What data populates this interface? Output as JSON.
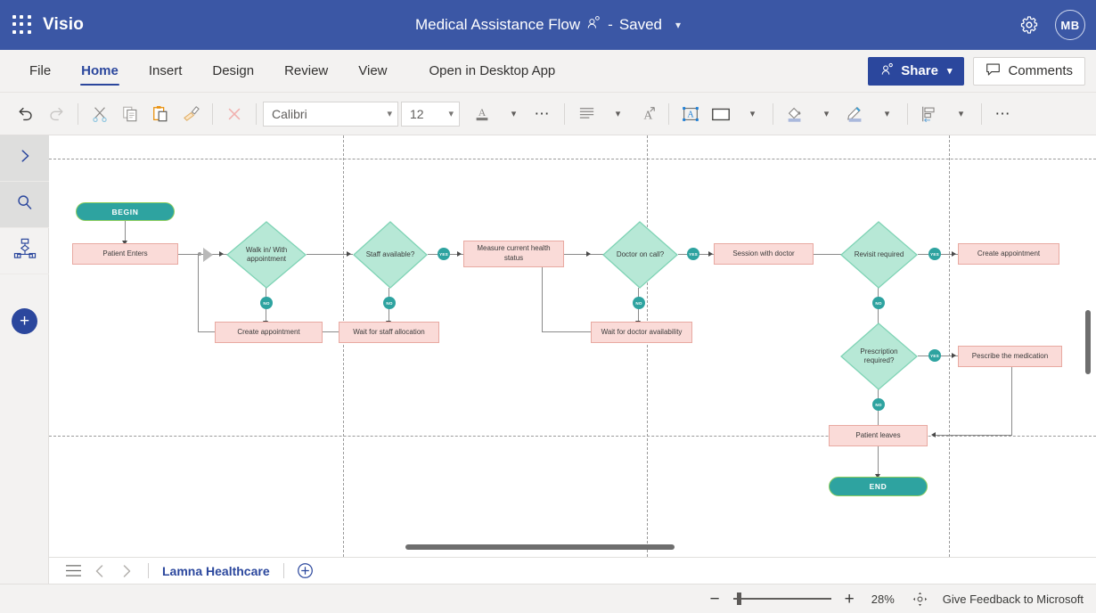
{
  "titlebar": {
    "waffle_icon": "app-launcher-icon",
    "app_name": "Visio",
    "doc_title": "Medical Assistance Flow",
    "shared_icon": "person-shared-icon",
    "separator": "-",
    "save_state": "Saved",
    "title_chevron": "chevron-down-icon",
    "gear_icon": "gear-icon",
    "avatar_initials": "MB",
    "bg_color": "#3b57a5"
  },
  "ribbon": {
    "tabs": [
      {
        "label": "File",
        "active": false
      },
      {
        "label": "Home",
        "active": true
      },
      {
        "label": "Insert",
        "active": false
      },
      {
        "label": "Design",
        "active": false
      },
      {
        "label": "Review",
        "active": false
      },
      {
        "label": "View",
        "active": false
      }
    ],
    "open_in_desktop": "Open in Desktop App",
    "share_label": "Share",
    "comments_label": "Comments",
    "accent_color": "#2b479d"
  },
  "toolbar": {
    "undo": "undo-icon",
    "redo": "redo-icon",
    "cut": "scissors-icon",
    "copy": "copy-icon",
    "paste": "clipboard-paste-icon",
    "format_painter": "format-painter-icon",
    "delete": "delete-x-icon",
    "font_name": "Calibri",
    "font_size": "12",
    "font_color": "font-color-icon",
    "font_more": "more-options-icon",
    "align": "align-text-icon",
    "text_direction": "text-direction-icon",
    "text_box": "insert-textbox-icon",
    "shape": "shape-icon",
    "fill": "fill-color-icon",
    "line": "line-color-icon",
    "arrange": "arrange-position-icon",
    "more": "more-options-icon"
  },
  "rail": {
    "expand": "chevron-right-icon",
    "search": "search-icon",
    "shapes": "shapes-hierarchy-icon",
    "add": "add-plus-icon"
  },
  "pagebar": {
    "menu_icon": "page-list-icon",
    "prev_icon": "chevron-left-icon",
    "next_icon": "chevron-right-icon",
    "page_name": "Lamna Healthcare",
    "add_page_icon": "add-page-icon"
  },
  "statusbar": {
    "zoom_out": "zoom-out-icon",
    "zoom_in": "zoom-in-icon",
    "zoom_level": "28%",
    "fit_page_icon": "fit-to-window-icon",
    "feedback": "Give Feedback to Microsoft"
  },
  "diagram": {
    "title": "Medical Assistance Flow",
    "shape_colors": {
      "process_fill": "#fadbd8",
      "process_border": "#e8a9a1",
      "decision_fill": "#b7e8d6",
      "decision_border": "#7fd3b5",
      "terminator_fill": "#2ea3a0",
      "terminator_border": "#8fce5f",
      "badge_fill": "#2ea3a0",
      "connector": "#8a8a8a"
    },
    "nodes": [
      {
        "id": "begin",
        "type": "terminator",
        "label": "BEGIN"
      },
      {
        "id": "enters",
        "type": "process",
        "label": "Patient Enters"
      },
      {
        "id": "walkin",
        "type": "decision",
        "label": "Walk in/ With appointment"
      },
      {
        "id": "appt1",
        "type": "process",
        "label": "Create appointment"
      },
      {
        "id": "staff",
        "type": "decision",
        "label": "Staff available?"
      },
      {
        "id": "waitstaff",
        "type": "process",
        "label": "Wait for staff allocation"
      },
      {
        "id": "measure",
        "type": "process",
        "label": "Measure current health status"
      },
      {
        "id": "doctor",
        "type": "decision",
        "label": "Doctor on call?"
      },
      {
        "id": "waitdoc",
        "type": "process",
        "label": "Wait for doctor availability"
      },
      {
        "id": "session",
        "type": "process",
        "label": "Session with doctor"
      },
      {
        "id": "revisit",
        "type": "decision",
        "label": "Revisit required"
      },
      {
        "id": "appt2",
        "type": "process",
        "label": "Create appointment"
      },
      {
        "id": "prescrip",
        "type": "decision",
        "label": "Prescription required?"
      },
      {
        "id": "medic",
        "type": "process",
        "label": "Pescribe the medication"
      },
      {
        "id": "leaves",
        "type": "process",
        "label": "Patient leaves"
      },
      {
        "id": "end",
        "type": "terminator",
        "label": "END"
      }
    ],
    "edge_labels": {
      "walkin_no": "NO",
      "staff_yes": "YES",
      "staff_no": "NO",
      "doctor_yes": "YES",
      "doctor_no": "NO",
      "revisit_yes": "YES",
      "revisit_no": "NO",
      "prescrip_yes": "YES",
      "prescrip_no": "NO"
    }
  }
}
